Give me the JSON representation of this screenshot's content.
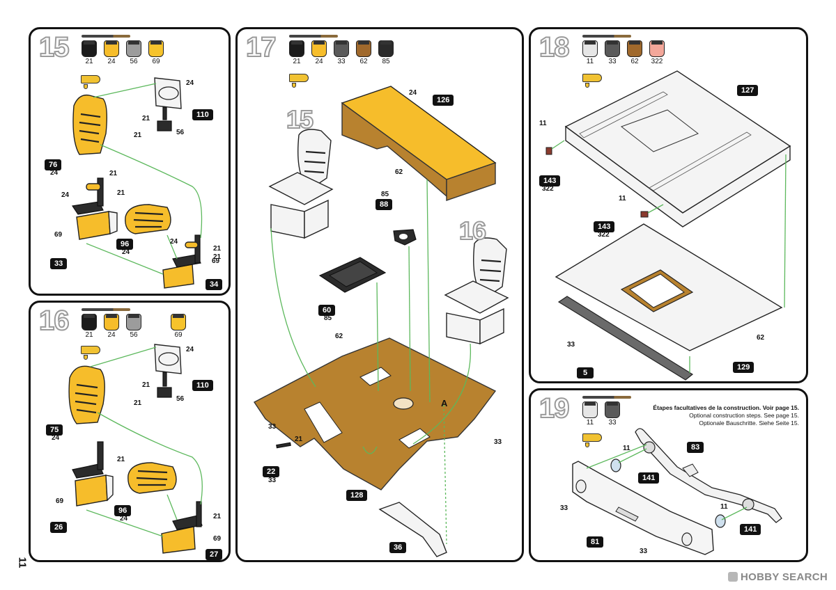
{
  "page_number": "11",
  "watermark": "HOBBY SEARCH",
  "steps": [
    {
      "number": "15",
      "paints": [
        "21",
        "24",
        "56",
        "69"
      ],
      "paint_colors": [
        "#1b1b1b",
        "#f6bd2b",
        "#9c9c9c",
        "#f6c32c"
      ],
      "labels": {
        "part_110": "110",
        "part_76": "76",
        "part_76_sub": "24",
        "part_96": "96",
        "part_96_sub": "24",
        "part_33": "33",
        "part_34": "34",
        "c24_a": "24",
        "c21_a": "21",
        "c21_b": "21",
        "c56": "56",
        "c21_c": "21",
        "c24_b": "24",
        "c21_d": "21",
        "c69_a": "69",
        "c24_c": "24",
        "c21_e": "21",
        "c21_f": "21",
        "c69_b": "69"
      }
    },
    {
      "number": "16",
      "paints": [
        "21",
        "24",
        "56",
        "69"
      ],
      "paint_colors": [
        "#1b1b1b",
        "#f6bd2b",
        "#9c9c9c",
        "#f6c32c"
      ],
      "labels": {
        "part_110": "110",
        "part_75": "75",
        "part_75_sub": "24",
        "part_96": "96",
        "part_96_sub": "24",
        "part_26": "26",
        "part_27": "27",
        "c24_a": "24",
        "c21_a": "21",
        "c21_b": "21",
        "c56": "56",
        "c21_c": "21",
        "c69_a": "69",
        "c21_d": "21",
        "c69_b": "69"
      }
    },
    {
      "number": "17",
      "paints": [
        "21",
        "24",
        "33",
        "62",
        "85"
      ],
      "paint_colors": [
        "#1b1b1b",
        "#f6bd2b",
        "#5a5a5a",
        "#a0692c",
        "#2a2a2a"
      ],
      "labels": {
        "seat_ref_15": "15",
        "seat_ref_16": "16",
        "part_126": "126",
        "c24": "24",
        "c62_a": "62",
        "c85_a": "85",
        "part_88": "88",
        "part_60": "60",
        "c85_b": "85",
        "c62_b": "62",
        "c33_a": "33",
        "c21": "21",
        "c33_b": "33",
        "part_22": "22",
        "c33_c": "33",
        "part_128": "128",
        "part_36": "36",
        "marker_a": "A"
      }
    },
    {
      "number": "18",
      "paints": [
        "11",
        "33",
        "62",
        "322"
      ],
      "paint_colors": [
        "#e6e6e6",
        "#5a5a5a",
        "#a0692c",
        "#f3a79a"
      ],
      "labels": {
        "part_127": "127",
        "c11_a": "11",
        "part_143_a": "143",
        "c322_a": "322",
        "c11_b": "11",
        "part_143_b": "143",
        "c322_b": "322",
        "c33": "33",
        "part_5": "5",
        "c62": "62",
        "part_129": "129"
      }
    },
    {
      "number": "19",
      "paints": [
        "11",
        "33"
      ],
      "paint_colors": [
        "#e6e6e6",
        "#5a5a5a"
      ],
      "note_fr": "Étapes facultatives de la construction. Voir page 15.",
      "note_en": "Optional construction steps. See page 15.",
      "note_de": "Optionale Bauschritte. Siehe Seite 15.",
      "labels": {
        "c11_a": "11",
        "part_83": "83",
        "part_141_a": "141",
        "c11_b": "11",
        "part_141_b": "141",
        "c33_a": "33",
        "part_81": "81",
        "c33_b": "33"
      }
    }
  ]
}
